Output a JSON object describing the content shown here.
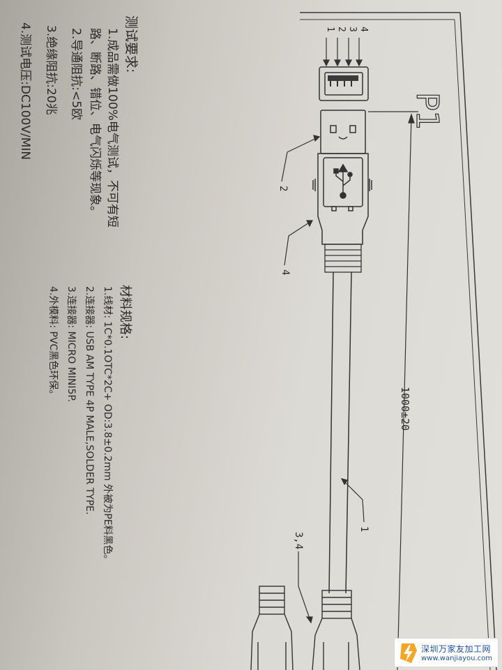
{
  "drawing": {
    "title": "P1",
    "pin_labels": [
      "1",
      "2",
      "3",
      "4"
    ],
    "callouts": {
      "c2": "2",
      "c4": "4",
      "c1": "1",
      "c34": "3,4"
    },
    "dimension": "1000±20"
  },
  "test_requirements": {
    "heading": "测试要求:",
    "item1_line1": "1.成品需做100%电气测试，不可有短",
    "item1_line2": "路、断路、错位、电气闪烁等现象。",
    "item2": "2.导通阻抗:<5欧",
    "item3": "3.绝缘阻抗:20兆",
    "item4": "4.测试电压:DC100V/MIN"
  },
  "materials": {
    "heading": "材料规格:",
    "item1": "1.线材:        1C*0.1OTC*2C+   OD:3.8±0.2mm 外被为PE料黑色。",
    "item2": "2.连接器: USB AM TYPE 4P MALE,SOLDER TYPE.",
    "item3": "3.连接器: MICRO MINI5P.",
    "item4": "4.外模料: PVC黑色环保。"
  },
  "watermark": {
    "title": "深圳万家友加工网",
    "url": "www.wanjiayou.com"
  }
}
